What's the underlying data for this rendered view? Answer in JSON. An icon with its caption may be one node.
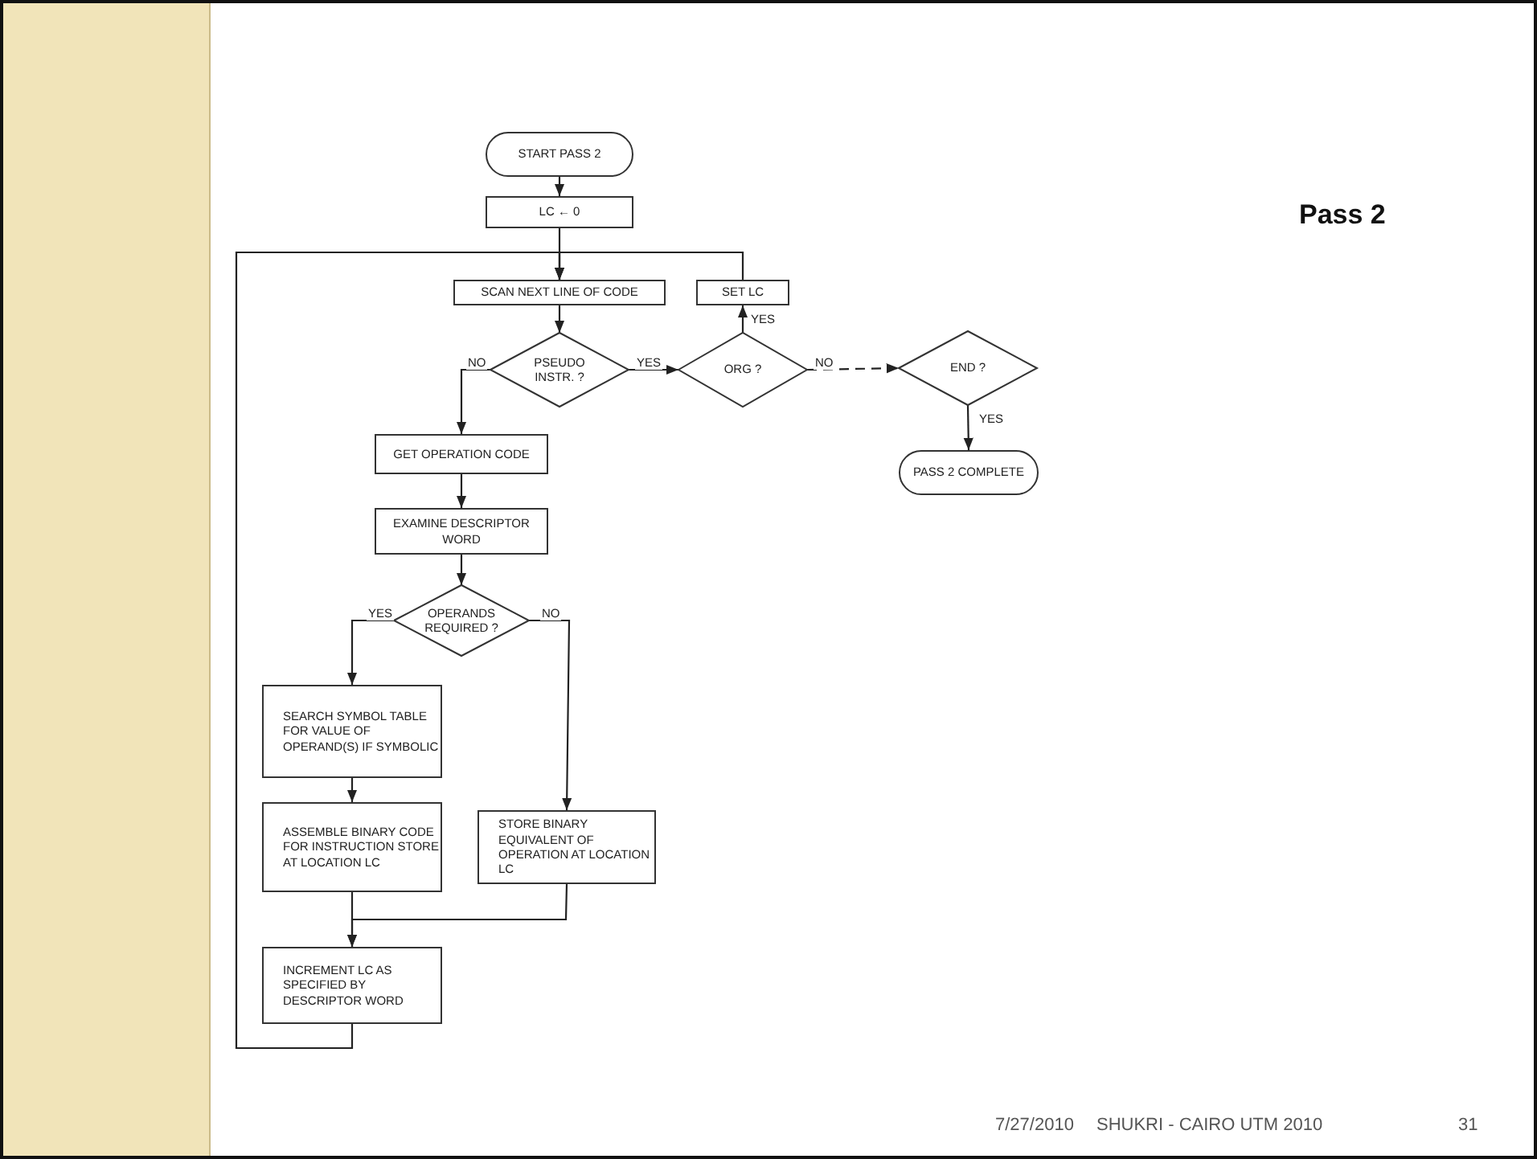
{
  "diagram": {
    "title": "Pass 2",
    "nodes": [
      {
        "text": [
          "START PASS 2"
        ]
      },
      {
        "text": [
          "LC ← 0"
        ]
      },
      {
        "text": [
          "SCAN NEXT LINE OF CODE"
        ]
      },
      {
        "text": [
          "SET LC"
        ]
      },
      {
        "text": [
          "PSEUDO INSTR. ?"
        ]
      },
      {
        "text": [
          "ORG ?"
        ]
      },
      {
        "text": [
          "END ?"
        ]
      },
      {
        "text": [
          "PASS 2 COMPLETE"
        ]
      },
      {
        "text": [
          "GET OPERATION CODE"
        ]
      },
      {
        "text": [
          "EXAMINE DESCRIPTOR WORD"
        ]
      },
      {
        "text": [
          "OPERANDS REQUIRED ?"
        ]
      },
      {
        "text": [
          "SEARCH SYMBOL TABLE FOR VALUE OF OPERAND(S) IF SYMBOLIC"
        ]
      },
      {
        "text": [
          "ASSEMBLE BINARY CODE FOR INSTRUCTION STORE AT LOCATION LC"
        ]
      },
      {
        "text": [
          "STORE BINARY EQUIVALENT OF OPERATION AT LOCATION LC"
        ]
      },
      {
        "text": [
          "INCREMENT LC AS SPECIFIED BY DESCRIPTOR WORD"
        ]
      }
    ],
    "edges": [
      {
        "from": 0,
        "to": 1,
        "arrow": "to"
      },
      {
        "from": 1,
        "to": 2,
        "arrow": "to"
      },
      {
        "from": 3,
        "to": 2,
        "arrow": "to"
      },
      {
        "from": 14,
        "to": 2,
        "arrow": "to"
      },
      {
        "from": 2,
        "to": 4,
        "arrow": "to"
      },
      {
        "from": 4,
        "to": 5,
        "arrow": "to",
        "label": "YES"
      },
      {
        "from": 4,
        "to": 8,
        "arrow": "to",
        "label": "NO"
      },
      {
        "from": 5,
        "to": 3,
        "arrow": "to",
        "label": "YES"
      },
      {
        "from": 5,
        "to": 6,
        "arrow": "to",
        "label": "NO",
        "style": "dashed"
      },
      {
        "from": 6,
        "to": 7,
        "arrow": "to",
        "label": "YES"
      },
      {
        "from": 8,
        "to": 9,
        "arrow": "to"
      },
      {
        "from": 9,
        "to": 10,
        "arrow": "to"
      },
      {
        "from": 10,
        "to": 11,
        "arrow": "to",
        "label": "YES"
      },
      {
        "from": 10,
        "to": 13,
        "arrow": "to",
        "label": "NO"
      },
      {
        "from": 11,
        "to": 12,
        "arrow": "to"
      },
      {
        "from": 12,
        "to": 14,
        "arrow": "to"
      },
      {
        "from": 13,
        "to": 14,
        "arrow": "to"
      }
    ],
    "labels": [
      "7/27/2010",
      "SHUKRI - CAIRO UTM 2010",
      "31"
    ]
  }
}
